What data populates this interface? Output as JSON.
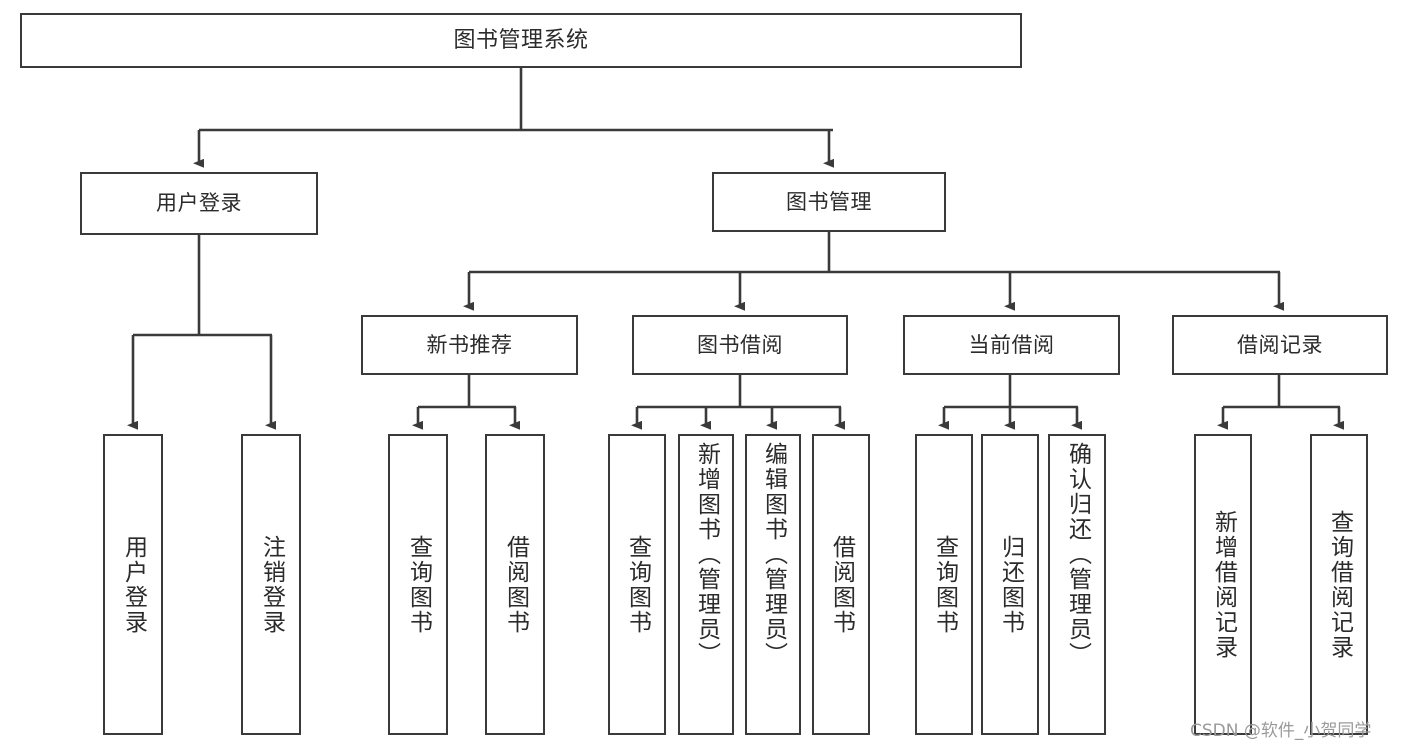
{
  "diagram": {
    "title": "图书管理系统",
    "type": "hierarchy-tree",
    "orientation": "top-down",
    "colors": {
      "border": "#3a3a3a",
      "background": "#ffffff",
      "text": "#2b2b2b",
      "edge": "#3a3a3a",
      "watermark": "#9a9a9a"
    },
    "levels": {
      "root": {
        "label": "图书管理系统"
      },
      "level1": [
        {
          "label": "用户登录"
        },
        {
          "label": "图书管理"
        }
      ],
      "level2": [
        {
          "label": "新书推荐",
          "parent": "图书管理"
        },
        {
          "label": "图书借阅",
          "parent": "图书管理"
        },
        {
          "label": "当前借阅",
          "parent": "图书管理"
        },
        {
          "label": "借阅记录",
          "parent": "图书管理"
        }
      ],
      "leaves": [
        {
          "label": "用户登录",
          "parent": "用户登录"
        },
        {
          "label": "注销登录",
          "parent": "用户登录"
        },
        {
          "label": "查询图书",
          "parent": "新书推荐"
        },
        {
          "label": "借阅图书",
          "parent": "新书推荐"
        },
        {
          "label": "查询图书",
          "parent": "图书借阅"
        },
        {
          "label": "新增图书（管理员）",
          "parent": "图书借阅"
        },
        {
          "label": "编辑图书（管理员）",
          "parent": "图书借阅"
        },
        {
          "label": "借阅图书",
          "parent": "图书借阅"
        },
        {
          "label": "查询图书",
          "parent": "当前借阅"
        },
        {
          "label": "归还图书",
          "parent": "当前借阅"
        },
        {
          "label": "确认归还（管理员）",
          "parent": "当前借阅"
        },
        {
          "label": "新增借阅记录",
          "parent": "借阅记录"
        },
        {
          "label": "查询借阅记录",
          "parent": "借阅记录"
        }
      ]
    }
  },
  "nodes": {
    "root": "图书管理系统",
    "user_login": "用户登录",
    "book_manage": "图书管理",
    "new_book_rec": "新书推荐",
    "book_borrow": "图书借阅",
    "current_borrow": "当前借阅",
    "borrow_record": "借阅记录",
    "leaf_user_login": "用户登录",
    "leaf_logout": "注销登录",
    "leaf_query_book_1": "查询图书",
    "leaf_borrow_book_1": "借阅图书",
    "leaf_query_book_2": "查询图书",
    "leaf_add_book": "新增图书（管理员）",
    "leaf_edit_book": "编辑图书（管理员）",
    "leaf_borrow_book_2": "借阅图书",
    "leaf_query_book_3": "查询图书",
    "leaf_return_book": "归还图书",
    "leaf_confirm_return": "确认归还（管理员）",
    "leaf_add_record": "新增借阅记录",
    "leaf_query_record": "查询借阅记录"
  },
  "watermark": {
    "text": "CSDN @软件_小贺同学"
  }
}
